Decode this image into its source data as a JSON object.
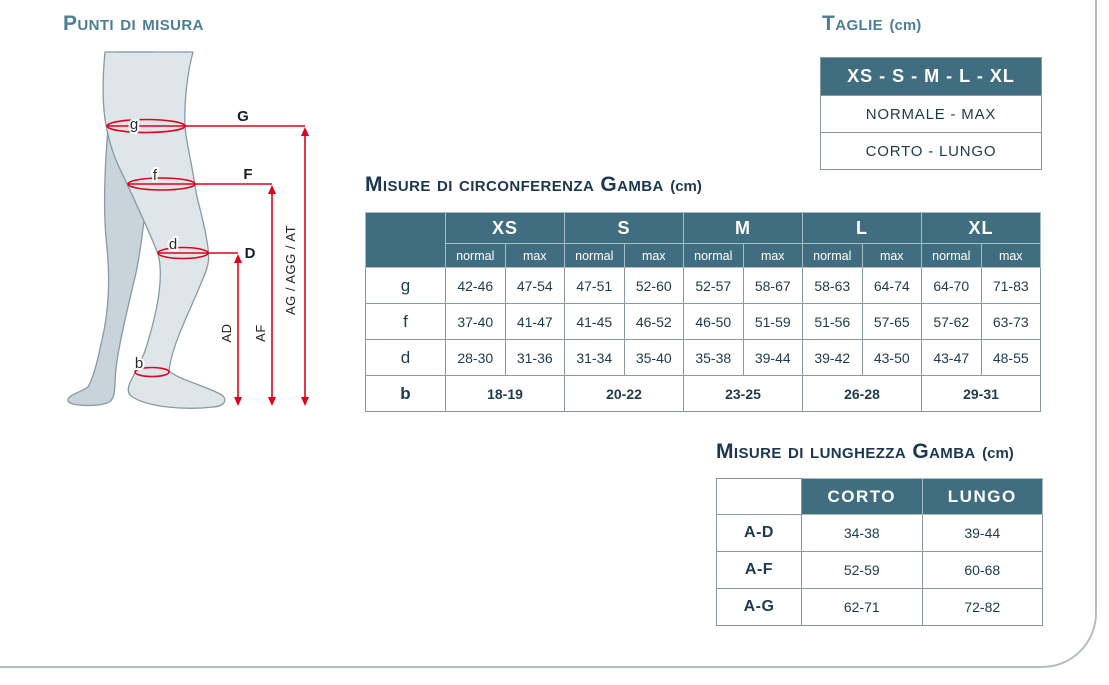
{
  "page": {
    "punti_title": "Punti di misura",
    "taglie_title": "Taglie",
    "taglie_unit": "(cm)",
    "circ_title": "Misure di circonferenza Gamba",
    "circ_unit": "(cm)",
    "lung_title": "Misure di lunghezza Gamba",
    "lung_unit": "(cm)"
  },
  "diagram": {
    "points": [
      "g",
      "f",
      "d",
      "b"
    ],
    "lines": [
      "G",
      "F",
      "D"
    ],
    "lengths": [
      "AD",
      "AF",
      "AG / AGG / AT"
    ]
  },
  "taglie_table": {
    "rows": [
      "XS - S - M - L - XL",
      "NORMALE - MAX",
      "CORTO - LUNGO"
    ]
  },
  "circumference_table": {
    "sizes": [
      "XS",
      "S",
      "M",
      "L",
      "XL"
    ],
    "subheaders": [
      "normal",
      "max"
    ],
    "rows": [
      {
        "label": "g",
        "values": [
          "42-46",
          "47-54",
          "47-51",
          "52-60",
          "52-57",
          "58-67",
          "58-63",
          "64-74",
          "64-70",
          "71-83"
        ]
      },
      {
        "label": "f",
        "values": [
          "37-40",
          "41-47",
          "41-45",
          "46-52",
          "46-50",
          "51-59",
          "51-56",
          "57-65",
          "57-62",
          "63-73"
        ]
      },
      {
        "label": "d",
        "values": [
          "28-30",
          "31-36",
          "31-34",
          "35-40",
          "35-38",
          "39-44",
          "39-42",
          "43-50",
          "43-47",
          "48-55"
        ]
      }
    ],
    "merged_row": {
      "label": "b",
      "values": [
        "18-19",
        "20-22",
        "23-25",
        "26-28",
        "29-31"
      ]
    }
  },
  "length_table": {
    "headers": [
      "CORTO",
      "LUNGO"
    ],
    "rows": [
      {
        "label": "A-D",
        "values": [
          "34-38",
          "39-44"
        ]
      },
      {
        "label": "A-F",
        "values": [
          "52-59",
          "60-68"
        ]
      },
      {
        "label": "A-G",
        "values": [
          "62-71",
          "72-82"
        ]
      }
    ]
  },
  "colors": {
    "header_bg": "#406e80",
    "teal_heading": "#4b7e97",
    "navy_text": "#1e3a50",
    "red_line": "#e2001a",
    "border": "#8a979f"
  }
}
